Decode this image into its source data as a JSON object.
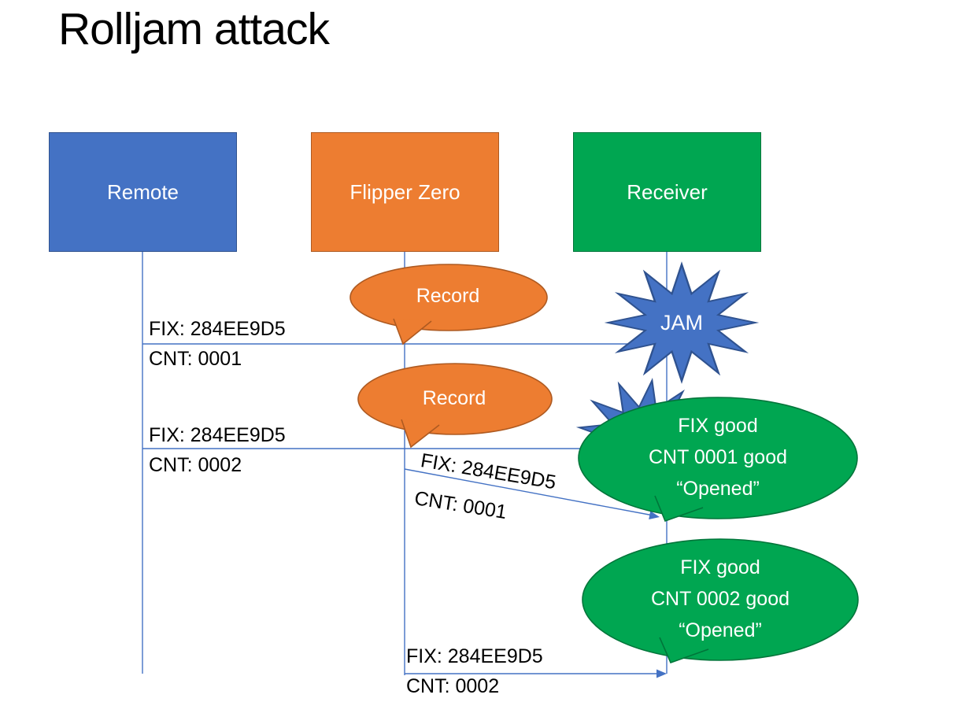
{
  "title": "Rolljam attack",
  "actors": {
    "remote": {
      "label": "Remote"
    },
    "flipper": {
      "label": "Flipper Zero"
    },
    "receiver": {
      "label": "Receiver"
    }
  },
  "callouts": {
    "record1": {
      "label": "Record"
    },
    "record2": {
      "label": "Record"
    },
    "jam": {
      "label": "JAM"
    },
    "result1": {
      "line1": "FIX good",
      "line2": "CNT 0001 good",
      "line3": "“Opened”"
    },
    "result2": {
      "line1": "FIX good",
      "line2": "CNT 0002 good",
      "line3": "“Opened”"
    }
  },
  "messages": {
    "m1": {
      "fix": "FIX: 284EE9D5",
      "cnt": "CNT: 0001"
    },
    "m2": {
      "fix": "FIX: 284EE9D5",
      "cnt": "CNT: 0002"
    },
    "m3": {
      "fix": "FIX: 284EE9D5",
      "cnt": "CNT: 0001"
    },
    "m4": {
      "fix": "FIX: 284EE9D5",
      "cnt": "CNT: 0002"
    }
  },
  "colors": {
    "blue": "#4472C4",
    "blue-border": "#2F528F",
    "orange": "#ED7D31",
    "orange-border": "#AE5A21",
    "green": "#00A651",
    "green-border": "#00753A",
    "line": "#4472C4",
    "text": "#000000"
  }
}
